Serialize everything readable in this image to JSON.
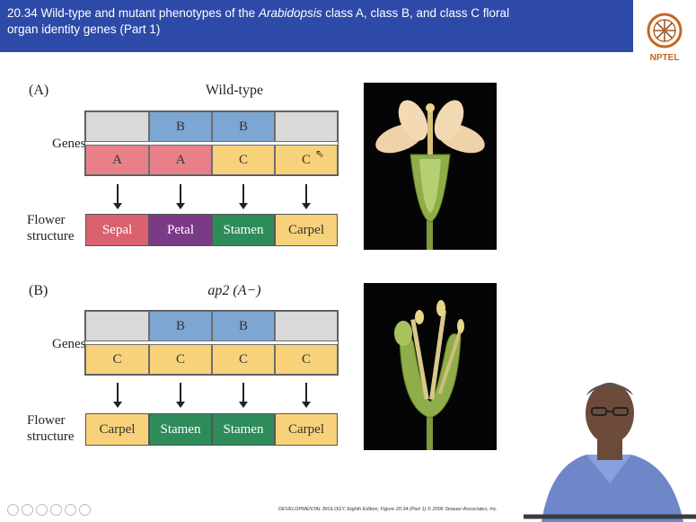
{
  "title": {
    "prefix": "20.34  Wild-type and mutant phenotypes of the ",
    "italic": "Arabidopsis",
    "suffix": " class A, class B, and class C floral",
    "line2": "organ identity genes (Part 1)"
  },
  "logo": {
    "name": "NPTEL"
  },
  "panels": [
    {
      "label": "(A)",
      "heading": "Wild-type",
      "genes_label": "Genes",
      "structure_label_1": "Flower",
      "structure_label_2": "structure",
      "top_row": [
        "",
        "B",
        "B",
        ""
      ],
      "bottom_row": [
        "A",
        "A",
        "C",
        "C"
      ],
      "structures": [
        "Sepal",
        "Petal",
        "Stamen",
        "Carpel"
      ]
    },
    {
      "label": "(B)",
      "heading": "ap2 (A−)",
      "genes_label": "Genes",
      "structure_label_1": "Flower",
      "structure_label_2": "structure",
      "top_row": [
        "",
        "B",
        "B",
        ""
      ],
      "bottom_row": [
        "C",
        "C",
        "C",
        "C"
      ],
      "structures": [
        "Carpel",
        "Stamen",
        "Stamen",
        "Carpel"
      ]
    }
  ],
  "colors": {
    "title_bar": "#2e4aa8",
    "empty_cell": "#d9d9d9",
    "B": "#7ea6d3",
    "A": "#e8808a",
    "C": "#f8d27a",
    "Sepal": "#d9626e",
    "Petal": "#7b3a86",
    "Stamen": "#2e8b5a",
    "Carpel": "#f8d27a"
  },
  "footer": {
    "credit": "DEVELOPMENTAL BIOLOGY, Eighth Edition, Figure 20.34 (Part 1)  © 2006 Sinauer Associates, Inc."
  }
}
